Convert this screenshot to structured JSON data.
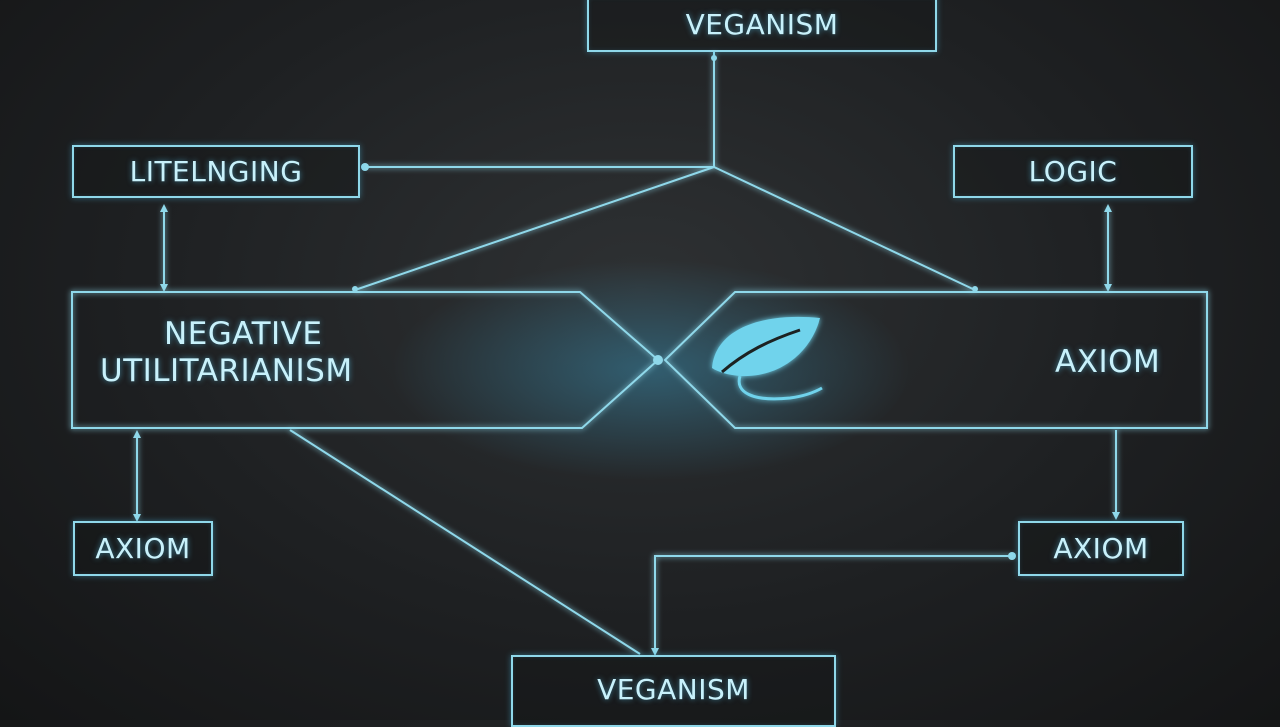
{
  "nodes": {
    "veganism_top": "VEGANISM",
    "liteluging": "LITELNGING",
    "logic": "LOGIC",
    "negative_utilitarianism_line1": "NEGATIVE",
    "negative_utilitarianism_line2": "UTILITARIANISM",
    "axiom_center": "AXIOM",
    "axiom_left": "AXIOM",
    "axiom_right": "AXIOM",
    "veganism_bottom": "VEGANISM"
  },
  "icons": {
    "center_icon": "leaf-icon"
  },
  "colors": {
    "line": "#8fd8ea",
    "glow": "#3fb8e8",
    "background": "#1e2022"
  }
}
